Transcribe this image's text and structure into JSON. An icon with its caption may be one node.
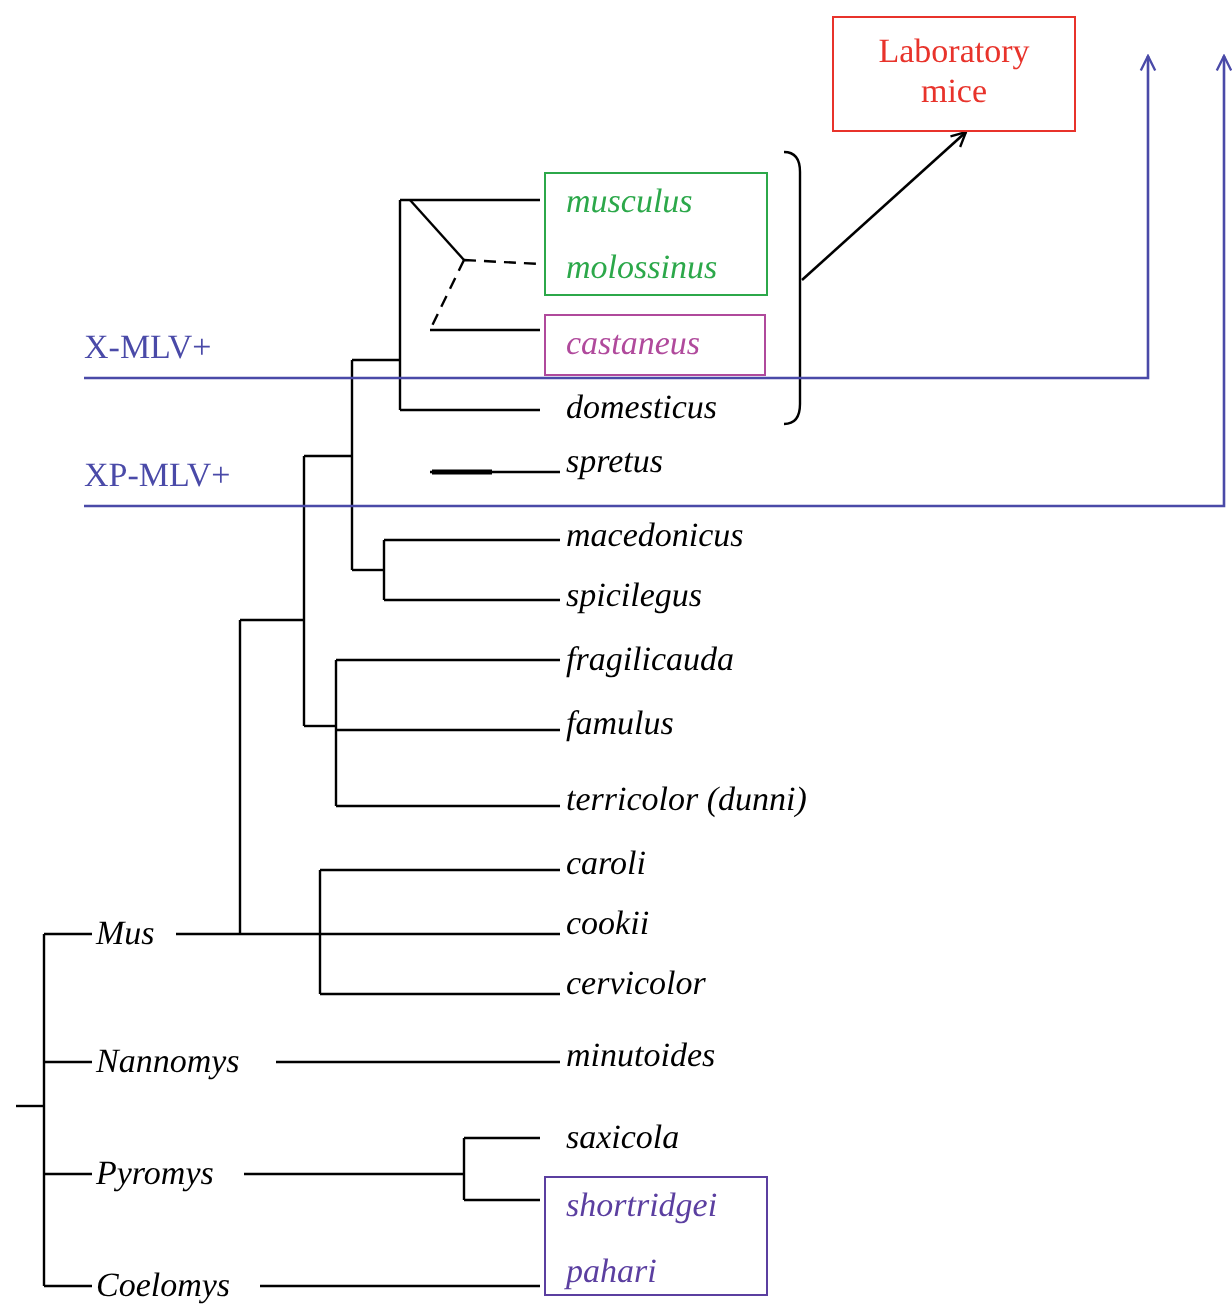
{
  "diagram": {
    "nodes": [
      {
        "text": [
          "Laboratory mice"
        ]
      },
      {
        "text": [
          "musculus",
          "molossinus"
        ]
      },
      {
        "text": [
          "castaneus"
        ]
      },
      {
        "text": [
          "domesticus"
        ]
      },
      {
        "text": [
          "spretus"
        ]
      },
      {
        "text": [
          "macedonicus"
        ]
      },
      {
        "text": [
          "spicilegus"
        ]
      },
      {
        "text": [
          "fragilicauda"
        ]
      },
      {
        "text": [
          "famulus"
        ]
      },
      {
        "text": [
          "terricolor (dunni)"
        ]
      },
      {
        "text": [
          "caroli"
        ]
      },
      {
        "text": [
          "cookii"
        ]
      },
      {
        "text": [
          "cervicolor"
        ]
      },
      {
        "text": [
          "minutoides"
        ]
      },
      {
        "text": [
          "saxicola"
        ]
      },
      {
        "text": [
          "shortridgei",
          "pahari"
        ]
      },
      {
        "text": [
          "Mus"
        ]
      },
      {
        "text": [
          "Nannomys"
        ]
      },
      {
        "text": [
          "Pyromys"
        ]
      },
      {
        "text": [
          "Coelomys"
        ]
      },
      {
        "text": [
          "X-MLV+"
        ]
      },
      {
        "text": [
          "XP-MLV+"
        ]
      }
    ],
    "edges": [
      {
        "from": null,
        "to": 0,
        "arrow": "to",
        "color": "#000000"
      },
      {
        "from": 20,
        "to": null,
        "arrow": "to",
        "color": "#4a4aa8"
      },
      {
        "from": 21,
        "to": null,
        "arrow": "to",
        "color": "#4a4aa8"
      }
    ]
  }
}
